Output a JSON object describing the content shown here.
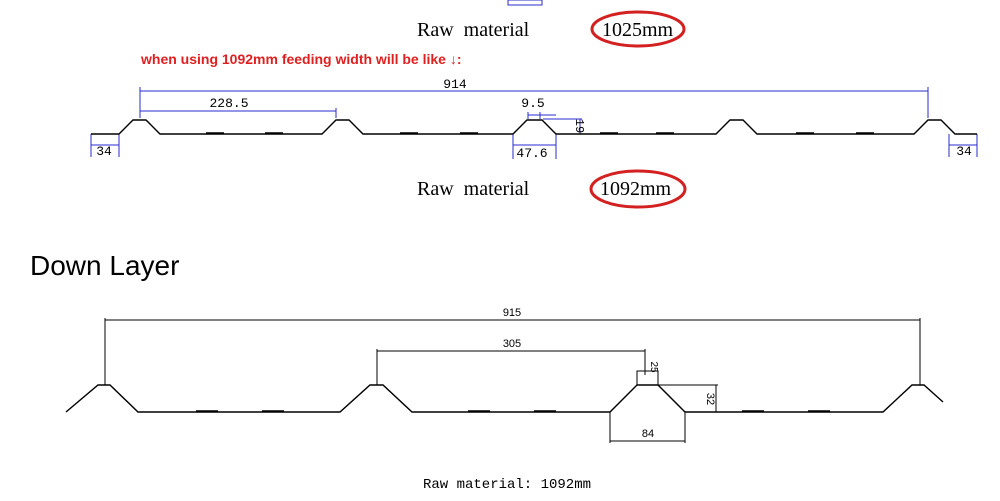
{
  "top_profile": {
    "raw_material_before": {
      "label": "Raw  material",
      "value": "1025mm"
    },
    "note": "when using 1092mm feeding width will be like ↓:",
    "dimensions": {
      "overall_width": "914",
      "pitch": "228.5",
      "rib_top": "9.5",
      "rib_height": "19",
      "rib_base": "47.6",
      "left_edge": "34",
      "right_edge": "34"
    },
    "raw_material_after": {
      "label": "Raw  material",
      "value": "1092mm"
    }
  },
  "down_layer": {
    "title": "Down Layer",
    "dimensions": {
      "overall_width": "915",
      "pitch": "305",
      "rib_top": "25",
      "rib_height": "32",
      "rib_base": "84"
    },
    "raw_material": "Raw material: 1092mm"
  },
  "colors": {
    "profile_line": "#000000",
    "dimension_line_top": "#2b2bd0",
    "highlight_circle": "#d32020",
    "note_text": "#e02020"
  }
}
